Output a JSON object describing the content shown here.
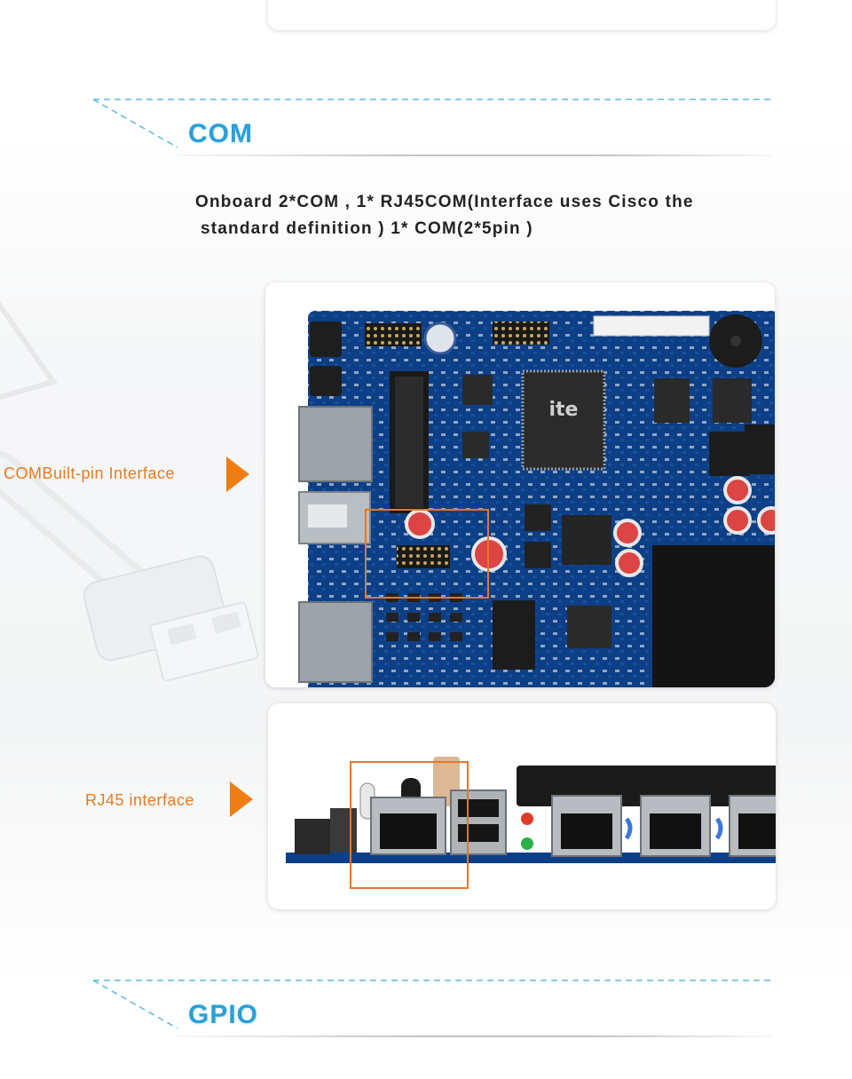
{
  "sections": {
    "com": {
      "title": "COM"
    },
    "gpio": {
      "title": "GPIO"
    }
  },
  "description": {
    "line1": "Onboard 2*COM , 1* RJ45COM(Interface uses Cisco the",
    "line2": "standard definition ) 1* COM(2*5pin )"
  },
  "callouts": {
    "com_pin": {
      "label": "COMBuilt-pin Interface"
    },
    "rj45": {
      "label": "RJ45 interface"
    }
  },
  "colors": {
    "title_blue": "#2a9fd8",
    "accent_orange": "#f07d14",
    "dashed_line": "#5cb8e0",
    "pcb_blue": "#0d3f86"
  },
  "images": {
    "board_top": "motherboard-top-view-photo",
    "board_side": "motherboard-io-ports-side-view-photo",
    "usb_cable": "usb-connector-decoration"
  }
}
